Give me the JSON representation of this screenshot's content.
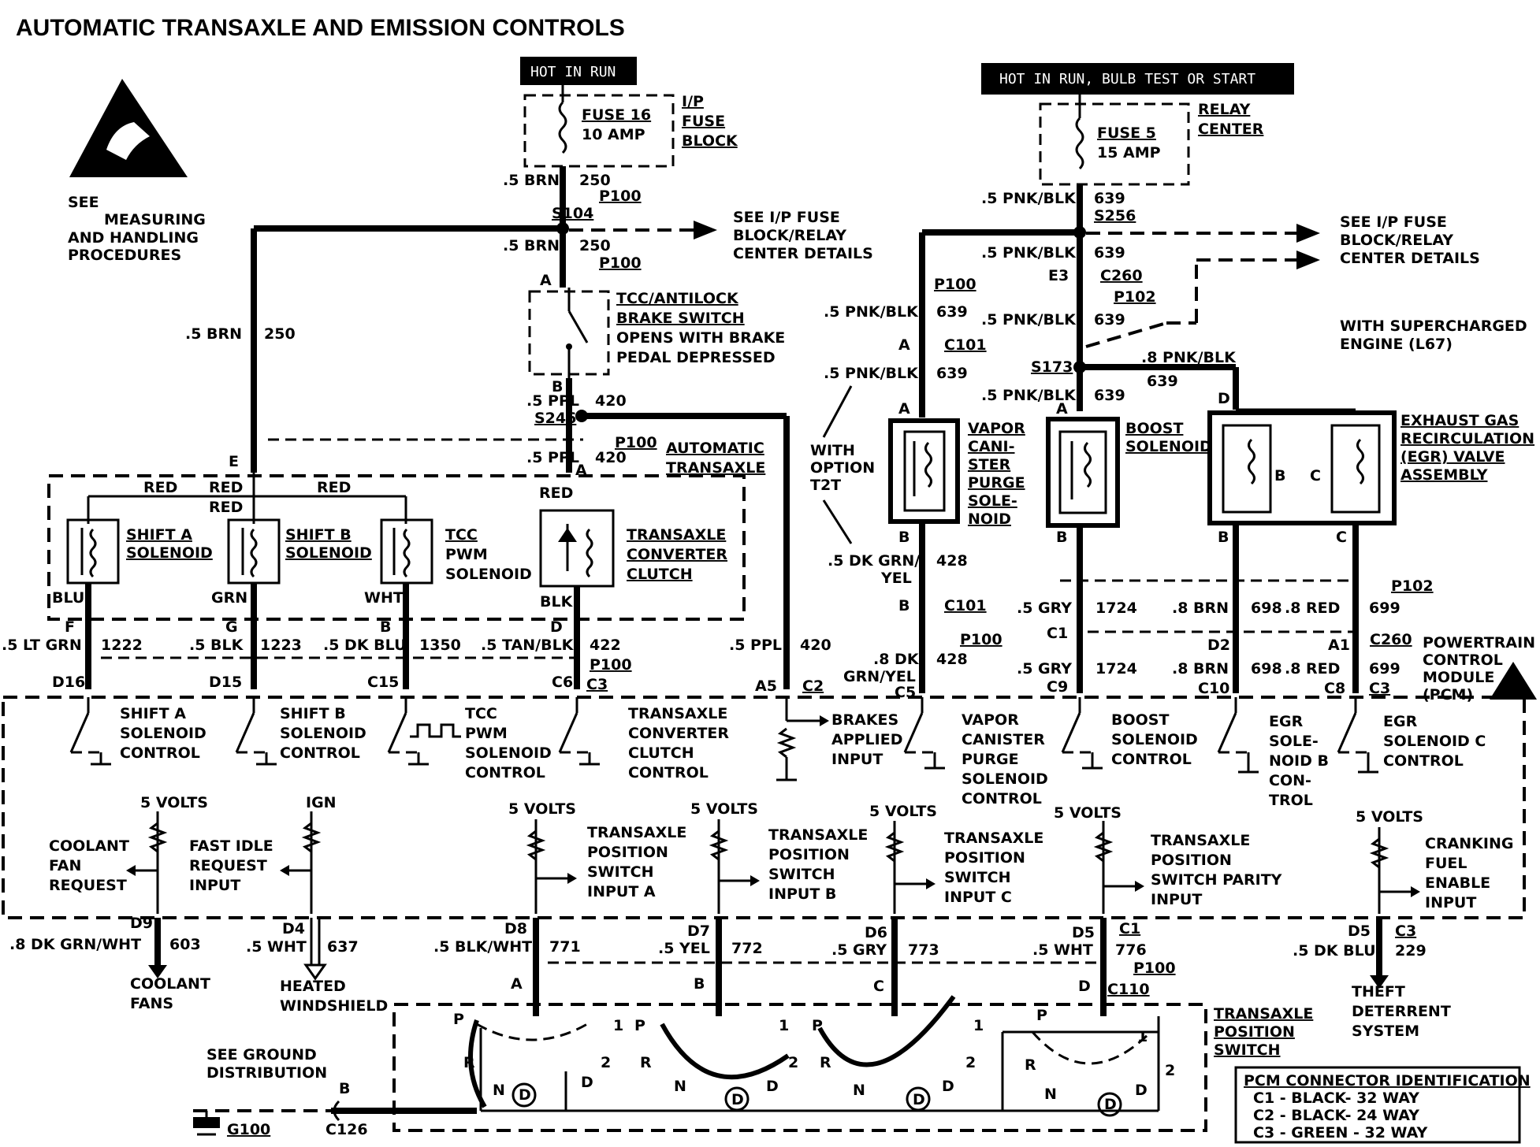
{
  "title": "AUTOMATIC TRANSAXLE AND EMISSION CONTROLS",
  "esd_note": [
    "SEE",
    "MEASURING",
    "AND HANDLING",
    "PROCEDURES"
  ],
  "power": {
    "hot_in_run": "HOT IN RUN",
    "hot_in_run_bulb": "HOT IN RUN, BULB TEST OR START",
    "fuse16": "FUSE 16",
    "fuse16_amp": "10 AMP",
    "fuse_block": [
      "I/P",
      "FUSE",
      "BLOCK"
    ],
    "fuse5": "FUSE 5",
    "fuse5_amp": "15 AMP",
    "relay_center": [
      "RELAY",
      "CENTER"
    ],
    "see_fuse_left": [
      "SEE I/P FUSE",
      "BLOCK/RELAY",
      "CENTER DETAILS"
    ],
    "see_fuse_right": [
      "SEE I/P FUSE",
      "BLOCK/RELAY",
      "CENTER DETAILS"
    ]
  },
  "labels": {
    "brn5": ".5 BRN",
    "c250": "250",
    "p100": "P100",
    "s104": "S104",
    "ppl5": ".5 PPL",
    "c420": "420",
    "s246": "S246",
    "pnkblk5": ".5 PNK/BLK",
    "pnkblk8": ".8 PNK/BLK",
    "c639": "639",
    "s256": "S256",
    "s173": "S173",
    "c260": "C260",
    "p102": "P102",
    "c101": "C101",
    "e3": "E3",
    "a": "A",
    "b": "B",
    "c": "C",
    "d": "D",
    "e": "E",
    "f": "F",
    "g": "G",
    "red": "RED",
    "blu": "BLU",
    "grn": "GRN",
    "wht": "WHT",
    "blk": "BLK",
    "ltgrn": ".5 LT GRN",
    "c1222": "1222",
    "blk5": ".5 BLK",
    "c1223": "1223",
    "dkblu5": ".5 DK BLU",
    "c1350": "1350",
    "tanblk5": ".5 TAN/BLK",
    "c422": "422",
    "d16": "D16",
    "d15": "D15",
    "c15": "C15",
    "c6": "C6",
    "c3": "C3",
    "a5": "A5",
    "c2": "C2",
    "dkgrnyel": [
      ".5 DK GRN/",
      "YEL"
    ],
    "c428": "428",
    "dkgrnyel8": [
      ".8 DK",
      "GRN/YEL"
    ],
    "c5": "C5",
    "gry5": ".5 GRY",
    "c1724": "1724",
    "c1": "C1",
    "c9": "C9",
    "brn8": ".8 BRN",
    "c698": "698",
    "red8": ".8 RED",
    "c699": "699",
    "d2": "D2",
    "a1": "A1",
    "c10": "C10",
    "c8": "C8",
    "with_option": [
      "WITH",
      "OPTION",
      "T2T"
    ],
    "supercharged": [
      "WITH SUPERCHARGED",
      "ENGINE (L67)"
    ]
  },
  "components": {
    "tcc_switch": [
      "TCC/ANTILOCK",
      "BRAKE SWITCH",
      "OPENS  WITH BRAKE",
      "PEDAL DEPRESSED"
    ],
    "automatic_transaxle": [
      "AUTOMATIC",
      "TRANSAXLE"
    ],
    "shift_a": [
      "SHIFT A",
      "SOLENOID"
    ],
    "shift_b": [
      "SHIFT B",
      "SOLENOID"
    ],
    "tcc_pwm": [
      "TCC",
      "PWM",
      "SOLENOID"
    ],
    "converter": [
      "TRANSAXLE",
      "CONVERTER",
      "CLUTCH"
    ],
    "vapor": [
      "VAPOR",
      "CANI-",
      "STER",
      "PURGE",
      "SOLE-",
      "NOID"
    ],
    "boost": [
      "BOOST",
      "SOLENOID"
    ],
    "egr": [
      "EXHAUST GAS",
      "RECIRCULATION",
      "(EGR) VALVE",
      "ASSEMBLY"
    ],
    "pcm": [
      "POWERTRAIN",
      "CONTROL",
      "MODULE",
      "(PCM)"
    ]
  },
  "pcm_inputs": {
    "shift_a_ctl": [
      "SHIFT A",
      "SOLENOID",
      "CONTROL"
    ],
    "shift_b_ctl": [
      "SHIFT B",
      "SOLENOID",
      "CONTROL"
    ],
    "tcc_ctl": [
      "TCC",
      "PWM",
      "SOLENOID",
      "CONTROL"
    ],
    "conv_ctl": [
      "TRANSAXLE",
      "CONVERTER",
      "CLUTCH",
      "CONTROL"
    ],
    "brakes": [
      "BRAKES",
      "APPLIED",
      "INPUT"
    ],
    "vapor_ctl": [
      "VAPOR",
      "CANISTER",
      "PURGE",
      "SOLENOID",
      "CONTROL"
    ],
    "boost_ctl": [
      "BOOST",
      "SOLENOID",
      "CONTROL"
    ],
    "egr_b_ctl": [
      "EGR",
      "SOLE-",
      "NOID B",
      "CON-",
      "TROL"
    ],
    "egr_c_ctl": [
      "EGR",
      "SOLENOID C",
      "CONTROL"
    ],
    "five_volts": "5 VOLTS",
    "ign": "IGN",
    "coolant_req": [
      "COOLANT",
      "FAN",
      "REQUEST"
    ],
    "fast_idle": [
      "FAST IDLE",
      "REQUEST",
      "INPUT"
    ],
    "tps_a": [
      "TRANSAXLE",
      "POSITION",
      "SWITCH",
      "INPUT A"
    ],
    "tps_b": [
      "TRANSAXLE",
      "POSITION",
      "SWITCH",
      "INPUT B"
    ],
    "tps_c": [
      "TRANSAXLE",
      "POSITION",
      "SWITCH",
      "INPUT C"
    ],
    "tps_parity": [
      "TRANSAXLE",
      "POSITION",
      "SWITCH PARITY",
      "INPUT"
    ],
    "cranking": [
      "CRANKING",
      "FUEL",
      "ENABLE",
      "INPUT"
    ]
  },
  "bottom": {
    "d9": "D9",
    "dkgrnwht": ".8 DK GRN/WHT",
    "c603": "603",
    "d4": "D4",
    "wht5": ".5 WHT",
    "c637": "637",
    "d8": "D8",
    "blkwht": ".5 BLK/WHT",
    "c771": "771",
    "d7": "D7",
    "yel5": ".5 YEL",
    "c772": "772",
    "d6": "D6",
    "gry5": ".5 GRY",
    "c773": "773",
    "d5": "D5",
    "wht5b": ".5 WHT",
    "c776": "776",
    "c1": "C1",
    "p100": "P100",
    "c110": "C110",
    "d5b": "D5",
    "c3": "C3",
    "dkblu": ".5 DK BLU",
    "c229": "229",
    "coolant_fans": [
      "COOLANT",
      "FANS"
    ],
    "heated_windshield": [
      "HEATED",
      "WINDSHIELD"
    ],
    "theft": [
      "THEFT",
      "DETERRENT",
      "SYSTEM"
    ],
    "ground_note": [
      "SEE GROUND",
      "DISTRIBUTION"
    ],
    "g100": "G100",
    "c126": "C126",
    "b": "B",
    "tps_switch": [
      "TRANSAXLE",
      "POSITION",
      "SWITCH"
    ],
    "prnd": [
      "P",
      "R",
      "N",
      "D",
      "1",
      "2"
    ],
    "pcm_conn_title": "PCM CONNECTOR IDENTIFICATION",
    "pcm_conn": [
      "C1 - BLACK- 32 WAY",
      "C2 - BLACK- 24 WAY",
      "C3 - GREEN - 32 WAY"
    ]
  }
}
